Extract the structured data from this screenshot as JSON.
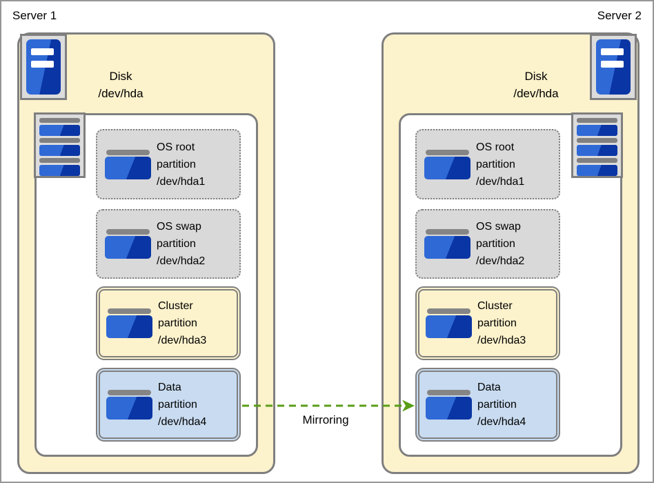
{
  "servers": [
    {
      "label": "Server 1",
      "disk": {
        "line1": "Disk",
        "line2": "/dev/hda"
      },
      "partitions": [
        {
          "title": "OS root",
          "subtitle": "partition",
          "device": "/dev/hda1",
          "kind": "os"
        },
        {
          "title": "OS swap",
          "subtitle": "partition",
          "device": "/dev/hda2",
          "kind": "os"
        },
        {
          "title": "Cluster",
          "subtitle": "partition",
          "device": "/dev/hda3",
          "kind": "cluster"
        },
        {
          "title": "Data",
          "subtitle": "partition",
          "device": "/dev/hda4",
          "kind": "data"
        }
      ]
    },
    {
      "label": "Server 2",
      "disk": {
        "line1": "Disk",
        "line2": "/dev/hda"
      },
      "partitions": [
        {
          "title": "OS root",
          "subtitle": "partition",
          "device": "/dev/hda1",
          "kind": "os"
        },
        {
          "title": "OS swap",
          "subtitle": "partition",
          "device": "/dev/hda2",
          "kind": "os"
        },
        {
          "title": "Cluster",
          "subtitle": "partition",
          "device": "/dev/hda3",
          "kind": "cluster"
        },
        {
          "title": "Data",
          "subtitle": "partition",
          "device": "/dev/hda4",
          "kind": "data"
        }
      ]
    }
  ],
  "arrow": {
    "label": "Mirroring",
    "direction": "left-to-right",
    "style": "dashed",
    "color": "#5A9E17"
  },
  "icons": [
    "server-icon",
    "disk-stack-icon",
    "partition-icon",
    "mirroring-arrow"
  ],
  "colors": {
    "server_fill": "#FCF2CC",
    "os_partition_fill": "#D9D9D9",
    "cluster_partition_fill": "#FCF2CC",
    "data_partition_fill": "#C8DBF0",
    "border_gray": "#7F7F7F",
    "icon_blue_light": "#2F69D6",
    "icon_blue_dark": "#0A35A4",
    "arrow_green": "#5A9E17"
  }
}
